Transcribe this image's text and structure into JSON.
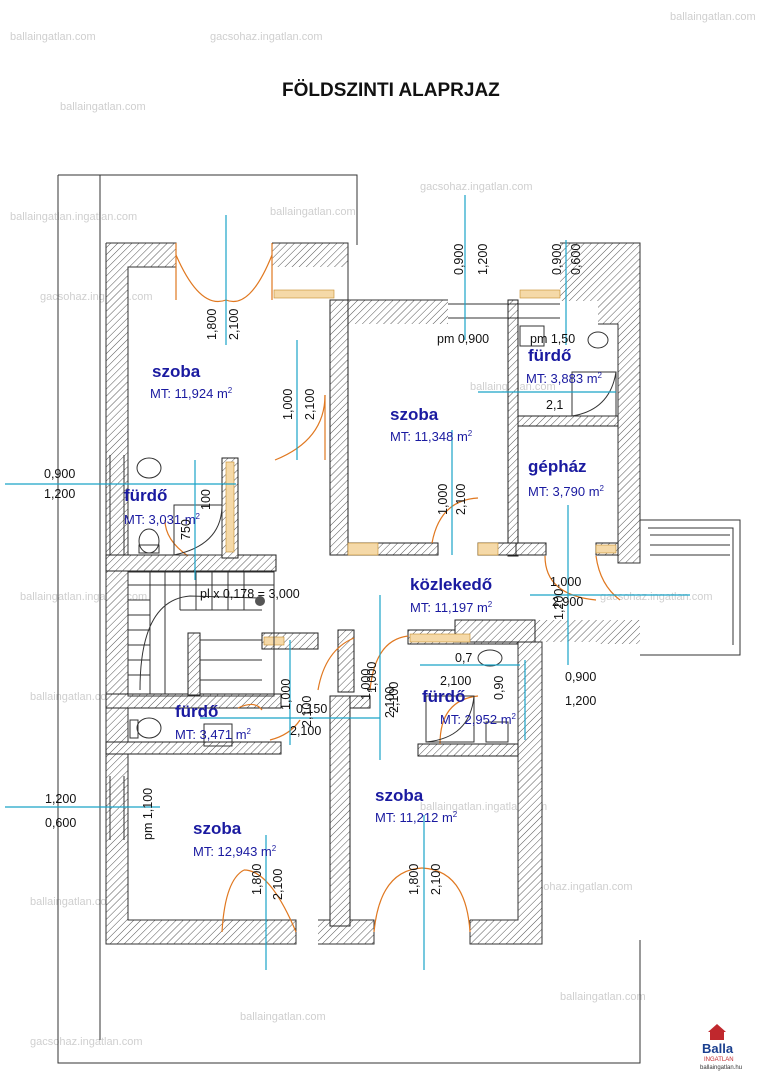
{
  "title": "FÖLDSZINTI ALAPRJAZ",
  "rooms": [
    {
      "name": "szoba",
      "area": "MT: 11,924 m"
    },
    {
      "name": "szoba",
      "area": "MT: 11,348 m"
    },
    {
      "name": "fürdő",
      "area": "MT: 3,883 m"
    },
    {
      "name": "gépház",
      "area": "MT: 3,790 m"
    },
    {
      "name": "fürdő",
      "area": "MT: 3,031 m"
    },
    {
      "name": "közlekedő",
      "area": "MT: 11,197 m"
    },
    {
      "name": "fürdő",
      "area": "MT: 3,471 m"
    },
    {
      "name": "fürdő",
      "area": "MT: 2,952 m"
    },
    {
      "name": "szoba",
      "area": "MT: 12,943 m"
    },
    {
      "name": "szoba",
      "area": "MT: 11,212 m"
    }
  ],
  "area_unit_sup": "2",
  "dimensions": [
    "1,800",
    "2,100",
    "0,900",
    "1,200",
    "0,900",
    "0,600",
    "pm 0,900",
    "pm 1,50",
    "1,000",
    "2,100",
    "0,900",
    "1,200",
    "750",
    "100",
    "1,000",
    "2,100",
    "1,000",
    "2,100",
    "2,1",
    "1,000",
    "2,900",
    "1,200",
    "0,7",
    "0,90",
    "2,100",
    "0,900",
    "1,200",
    "1,000",
    "0,150",
    "2,100",
    "2,100",
    "1,000",
    "2,100",
    "1,200",
    "0,600",
    "pm 1,100",
    "1,800",
    "2,100",
    "1,800",
    "2,100"
  ],
  "stair_note": "pl x 0,178 = 3,000",
  "watermarks": [
    "ballaingatlan.com",
    "gacsohaz.ingatlan.com",
    "ballaingatlan.ingatlan.com"
  ],
  "logo": {
    "name": "Balla",
    "sub": "INGATLAN",
    "url": "ballaingatlan.hu",
    "color": "#c0282d"
  },
  "colors": {
    "room_label": "#1a1aa0",
    "axis_line": "#1aa3c8",
    "door_swing": "#e07820"
  }
}
